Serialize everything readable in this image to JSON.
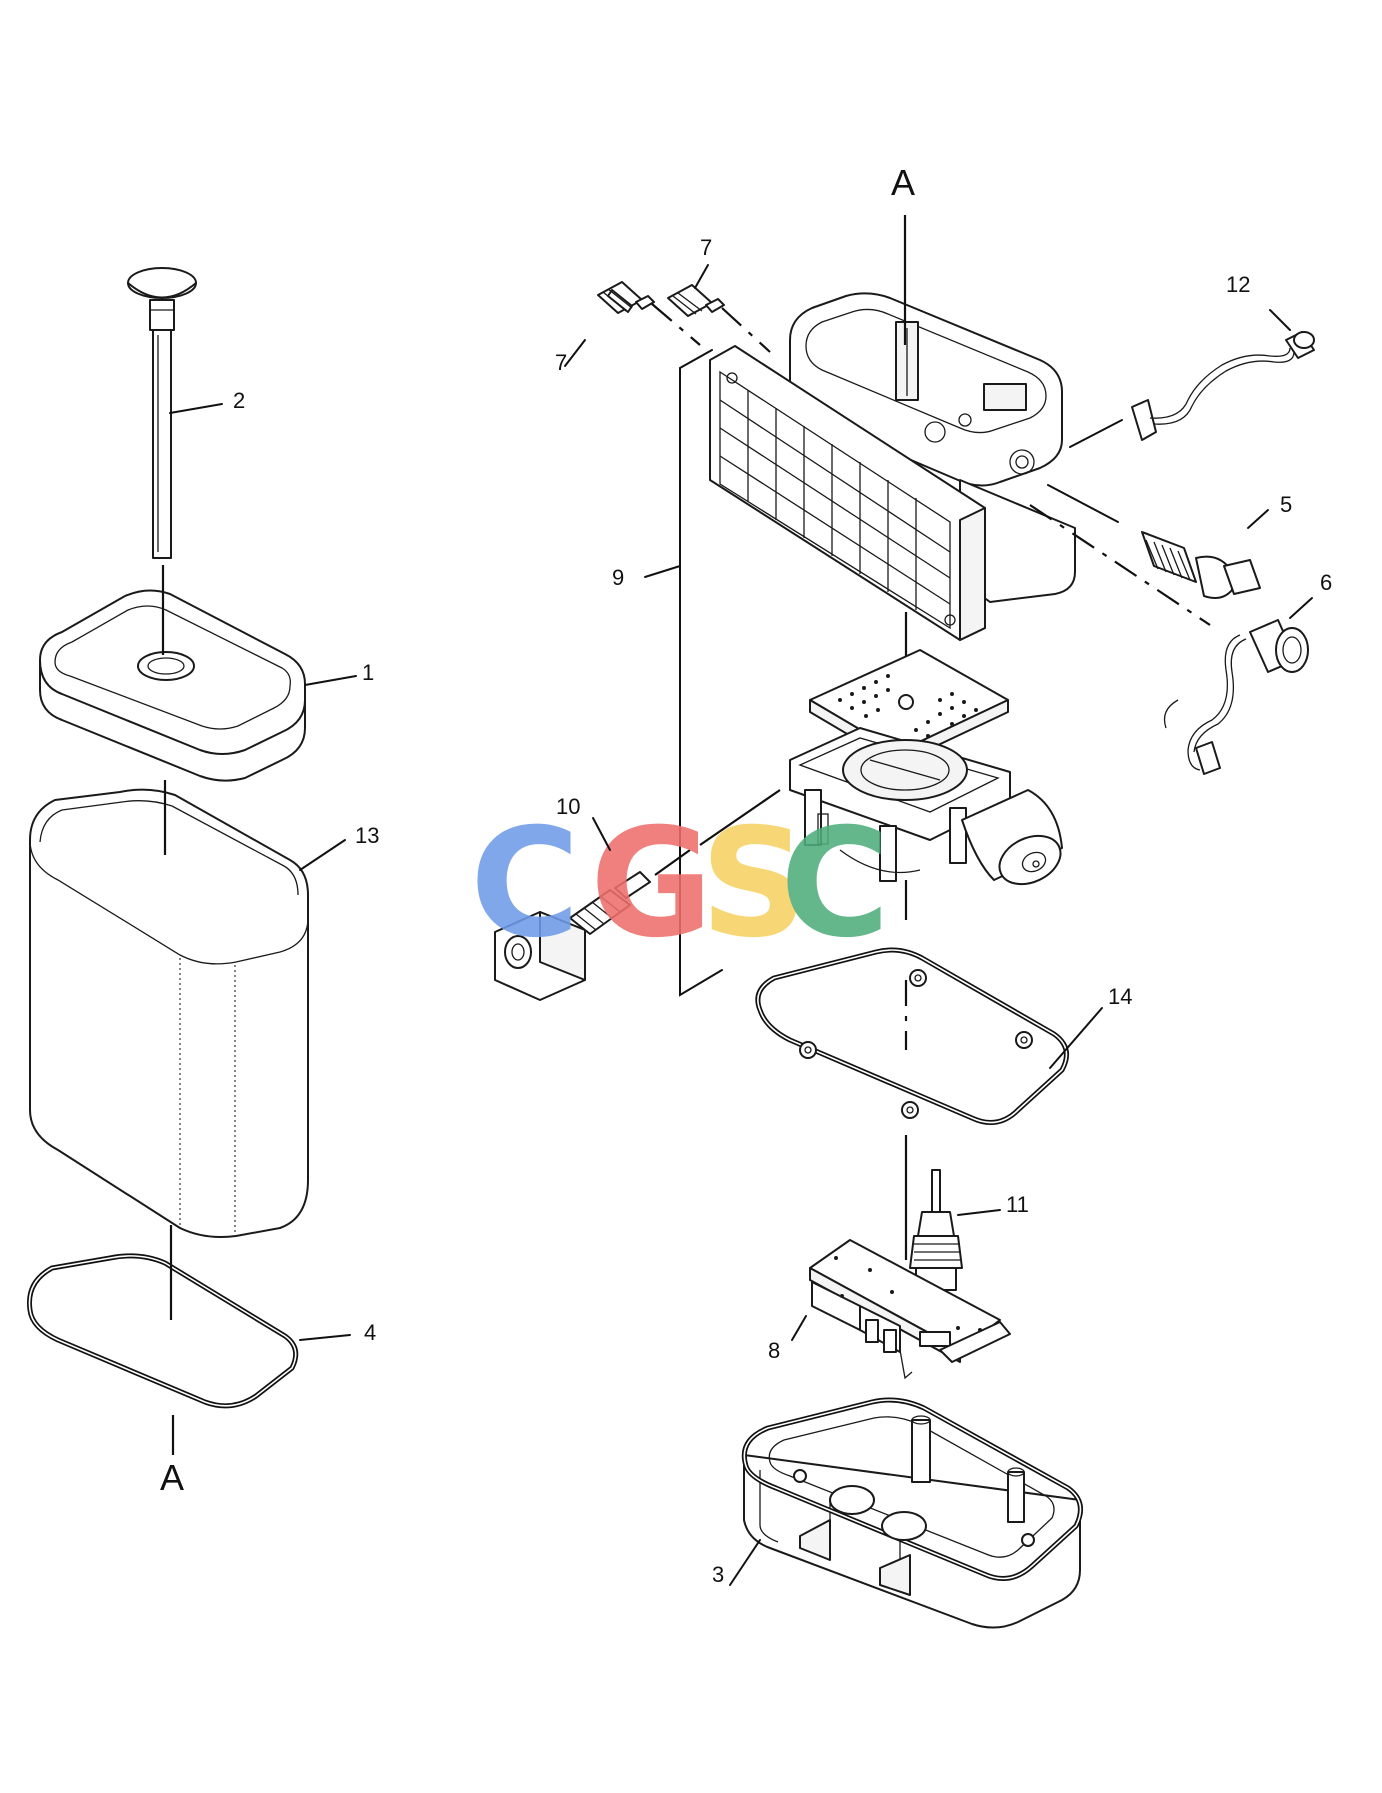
{
  "callouts": {
    "c1": "1",
    "c2": "2",
    "c3": "3",
    "c4": "4",
    "c5": "5",
    "c6": "6",
    "c7a": "7",
    "c7b": "7",
    "c8": "8",
    "c9": "9",
    "c10": "10",
    "c11": "11",
    "c12": "12",
    "c13": "13",
    "c14": "14"
  },
  "reference": {
    "top": "A",
    "bottom": "A"
  },
  "watermark": {
    "letters": [
      "C",
      "G",
      "S",
      "C"
    ],
    "colors": [
      "#6f9be8",
      "#ef6f6c",
      "#f6d263",
      "#4fae7c"
    ]
  }
}
